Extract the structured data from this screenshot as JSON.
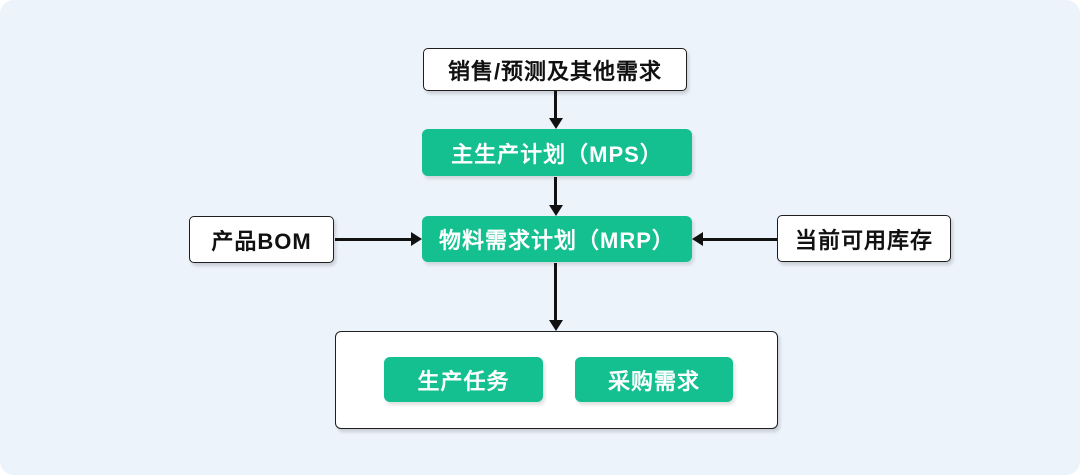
{
  "colors": {
    "page_background": "#ffffff",
    "panel_background": "#edf3fb",
    "accent_green": "#14bf90",
    "box_border": "#1f1f1f",
    "arrow": "#111111",
    "green_box_text": "#ffffff",
    "white_box_text": "#111111"
  },
  "flowchart": {
    "demand": {
      "label": "销售/预测及其他需求"
    },
    "mps": {
      "label": "主生产计划（MPS）"
    },
    "mrp": {
      "label": "物料需求计划（MRP）"
    },
    "bom": {
      "label": "产品BOM"
    },
    "inventory": {
      "label": "当前可用库存"
    },
    "production_task": {
      "label": "生产任务"
    },
    "purchase_demand": {
      "label": "采购需求"
    }
  }
}
